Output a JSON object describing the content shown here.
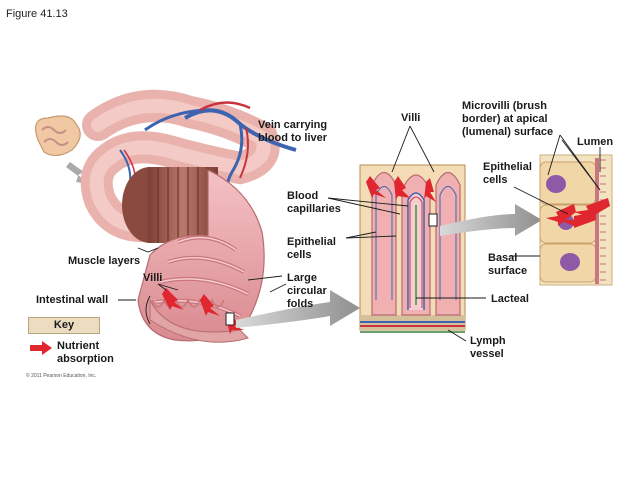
{
  "figure_label": "Figure 41.13",
  "copyright": "© 2011 Pearson Education, Inc.",
  "labels": {
    "vein": "Vein carrying\nblood to liver",
    "villi_top": "Villi",
    "microvilli": "Microvilli (brush\nborder) at apical\n(lumenal) surface",
    "lumen": "Lumen",
    "blood_capillaries": "Blood\ncapillaries",
    "epithelial_cells_mid": "Epithelial\ncells",
    "epithelial_cells_right": "Epithelial\ncells",
    "muscle_layers": "Muscle layers",
    "villi_left": "Villi",
    "large_circular_folds": "Large\ncircular\nfolds",
    "basal_surface": "Basal\nsurface",
    "intestinal_wall": "Intestinal wall",
    "lacteal": "Lacteal",
    "lymph_vessel": "Lymph\nvessel"
  },
  "key": {
    "title": "Key",
    "nutrient_absorption": "Nutrient\nabsorption"
  },
  "colors": {
    "tissue_pink": "#e9a3a8",
    "muscle_brown": "#a5665a",
    "vein_blue": "#3e63b0",
    "artery_red": "#c9333f",
    "arrow_red": "#e0262e",
    "gray_arrow": "#a6a6a6",
    "cell_cream": "#f3ddb5",
    "nucleus_purple": "#8e5aa8",
    "key_bg": "#ecdcc0"
  }
}
